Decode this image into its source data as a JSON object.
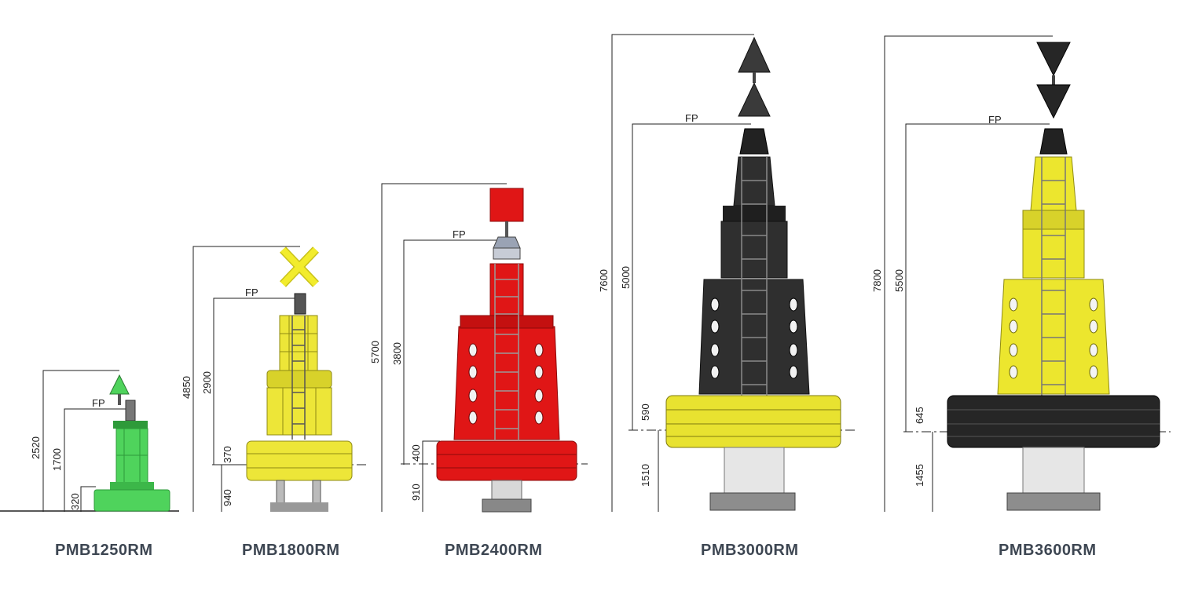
{
  "buoys": [
    {
      "model": "PMB1250RM",
      "color_body": "#4fd35c",
      "color_dark": "#2e9a3a",
      "topmark": "cone-up",
      "topmark_color": "#4fd35c",
      "fp_label": "FP",
      "dims": {
        "overall": "2520",
        "focal_plane": "1700",
        "freeboard": "320"
      }
    },
    {
      "model": "PMB1800RM",
      "color_body": "#e8e230",
      "color_dark": "#a9a41c",
      "topmark": "x-cross",
      "topmark_color": "#f2ec2c",
      "fp_label": "FP",
      "dims": {
        "overall": "4850",
        "focal_plane": "2900",
        "freeboard": "370",
        "draught": "940"
      }
    },
    {
      "model": "PMB2400RM",
      "color_body": "#e01616",
      "color_dark": "#9c0b0b",
      "topmark": "can",
      "topmark_color": "#e01616",
      "fp_label": "FP",
      "dims": {
        "overall": "5700",
        "focal_plane": "3800",
        "freeboard": "400",
        "draught": "910"
      }
    },
    {
      "model": "PMB3000RM",
      "color_body": "#2f2f2f",
      "color_dark": "#111111",
      "float_color": "#e8e230",
      "topmark": "two-cones-up",
      "topmark_color": "#3a3a3a",
      "fp_label": "FP",
      "dims": {
        "overall": "7600",
        "focal_plane": "5000",
        "freeboard": "590",
        "draught": "1510"
      }
    },
    {
      "model": "PMB3600RM",
      "color_body": "#ece62e",
      "color_dark": "#a8a21a",
      "float_color": "#262626",
      "topmark": "two-cones-down",
      "topmark_color": "#262626",
      "fp_label": "FP",
      "dims": {
        "overall": "7800",
        "focal_plane": "5500",
        "freeboard": "645",
        "draught": "1455"
      }
    }
  ]
}
